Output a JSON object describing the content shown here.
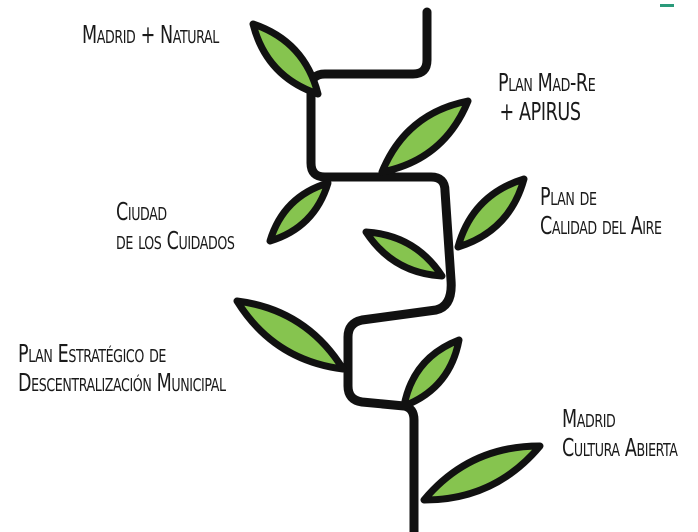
{
  "colors": {
    "stem": "#111111",
    "leaf_fill": "#86c44f",
    "leaf_edge": "#111111",
    "accent": "#2a9a7a"
  },
  "labels": {
    "madrid_natural": [
      "Madrid + Natural"
    ],
    "plan_madre": [
      "Plan Mad-Re",
      "+ APIRUS"
    ],
    "ciudad_cuidados": [
      "Ciudad",
      "de los Cuidados"
    ],
    "plan_calidad_aire": [
      "Plan de",
      "Calidad del Aire"
    ],
    "plan_descentralizacion": [
      "Plan Estratégico de",
      "Descentralización Municipal"
    ],
    "madrid_cultura": [
      "Madrid",
      "Cultura Abierta"
    ]
  }
}
